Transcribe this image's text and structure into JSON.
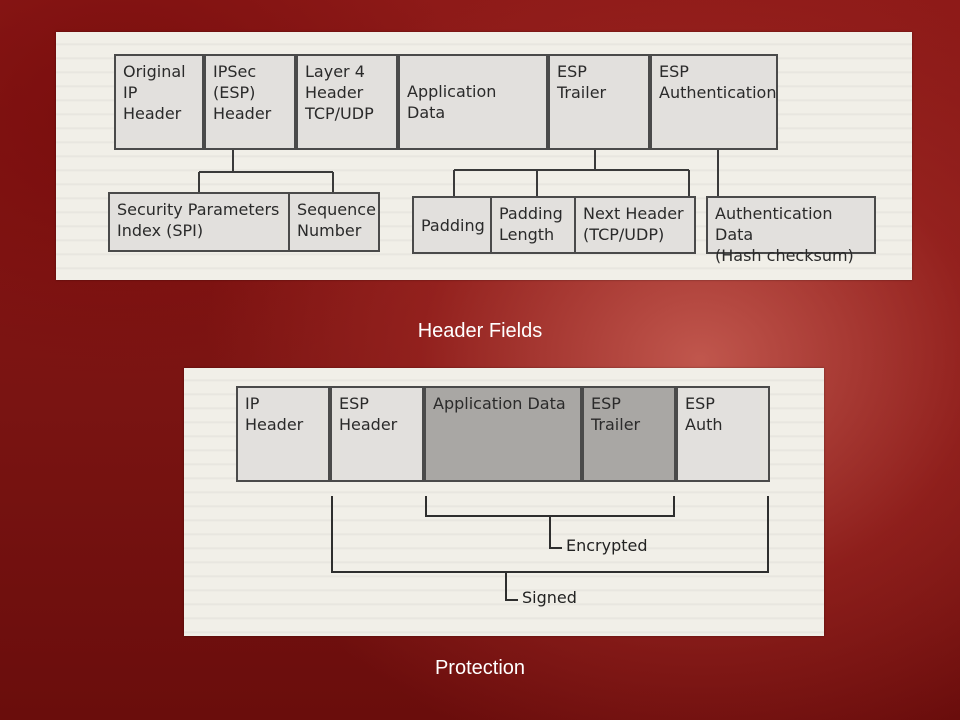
{
  "header_fields": {
    "caption": "Header Fields",
    "fields": [
      "Original\nIP\nHeader",
      "IPSec\n(ESP)\nHeader",
      "Layer 4\nHeader\nTCP/UDP",
      "Application Data",
      "ESP\nTrailer",
      "ESP\nAuthentication"
    ],
    "esp_header_parts": [
      "Security Parameters\nIndex (SPI)",
      "Sequence\nNumber"
    ],
    "trailer_parts": [
      "Padding",
      "Padding\nLength",
      "Next Header\n(TCP/UDP)"
    ],
    "auth_parts": [
      "Authentication Data\n(Hash checksum)"
    ]
  },
  "protection": {
    "caption": "Protection",
    "fields": [
      "IP\nHeader",
      "ESP\nHeader",
      "Application Data",
      "ESP\nTrailer",
      "ESP\nAuth"
    ],
    "encrypted_label": "Encrypted",
    "signed_label": "Signed"
  }
}
